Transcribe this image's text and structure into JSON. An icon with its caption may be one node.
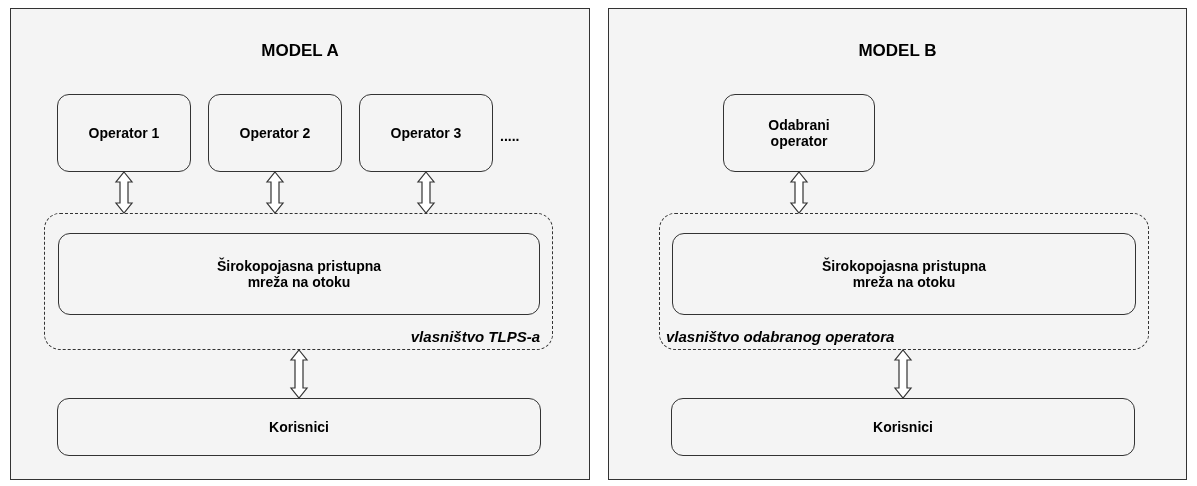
{
  "diagram": {
    "nodes": [
      {
        "text": [
          "MODEL A"
        ]
      },
      {
        "text": [
          "Operator 1"
        ],
        "in": 0
      },
      {
        "text": [
          "Operator 2"
        ],
        "in": 0
      },
      {
        "text": [
          "Operator 3"
        ],
        "in": 0
      },
      {
        "text": [
          "vlasništvo TLPS-a"
        ],
        "in": 0
      },
      {
        "text": [
          "Širokopojasna pristupna mreža na otoku"
        ],
        "in": 4
      },
      {
        "text": [
          "Korisnici"
        ],
        "in": 0
      },
      {
        "text": [
          "MODEL B"
        ]
      },
      {
        "text": [
          "Odabrani operator"
        ],
        "in": 7
      },
      {
        "text": [
          "vlasništvo odabranog operatora"
        ],
        "in": 7
      },
      {
        "text": [
          "Širokopojasna pristupna mreža na otoku"
        ],
        "in": 9
      },
      {
        "text": [
          "Korisnici"
        ],
        "in": 7
      }
    ],
    "edges": [
      {
        "from": 1,
        "to": 4,
        "arrow": "both"
      },
      {
        "from": 2,
        "to": 4,
        "arrow": "both"
      },
      {
        "from": 3,
        "to": 4,
        "arrow": "both"
      },
      {
        "from": 4,
        "to": 6,
        "arrow": "both"
      },
      {
        "from": 8,
        "to": 9,
        "arrow": "both"
      },
      {
        "from": 9,
        "to": 11,
        "arrow": "both"
      }
    ],
    "labels": [
      "....."
    ]
  }
}
